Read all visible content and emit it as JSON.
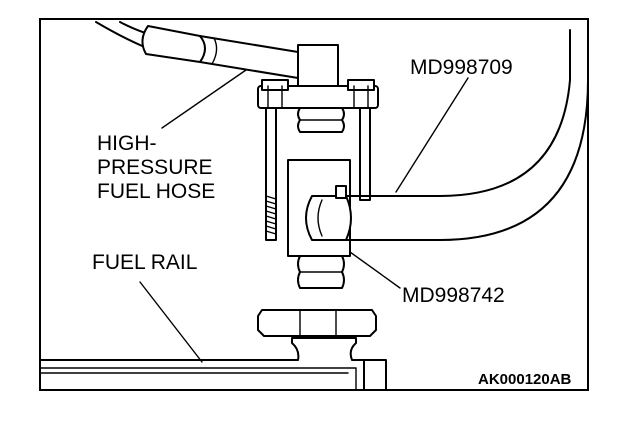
{
  "labels": {
    "high_pressure_fuel_hose": [
      "HIGH-",
      "PRESSURE",
      "FUEL HOSE"
    ],
    "fuel_rail": "FUEL RAIL",
    "tool_upper": "MD998709",
    "tool_lower": "MD998742",
    "figure_code": "AK000120AB"
  },
  "colors": {
    "line": "#000000",
    "background": "#ffffff"
  }
}
